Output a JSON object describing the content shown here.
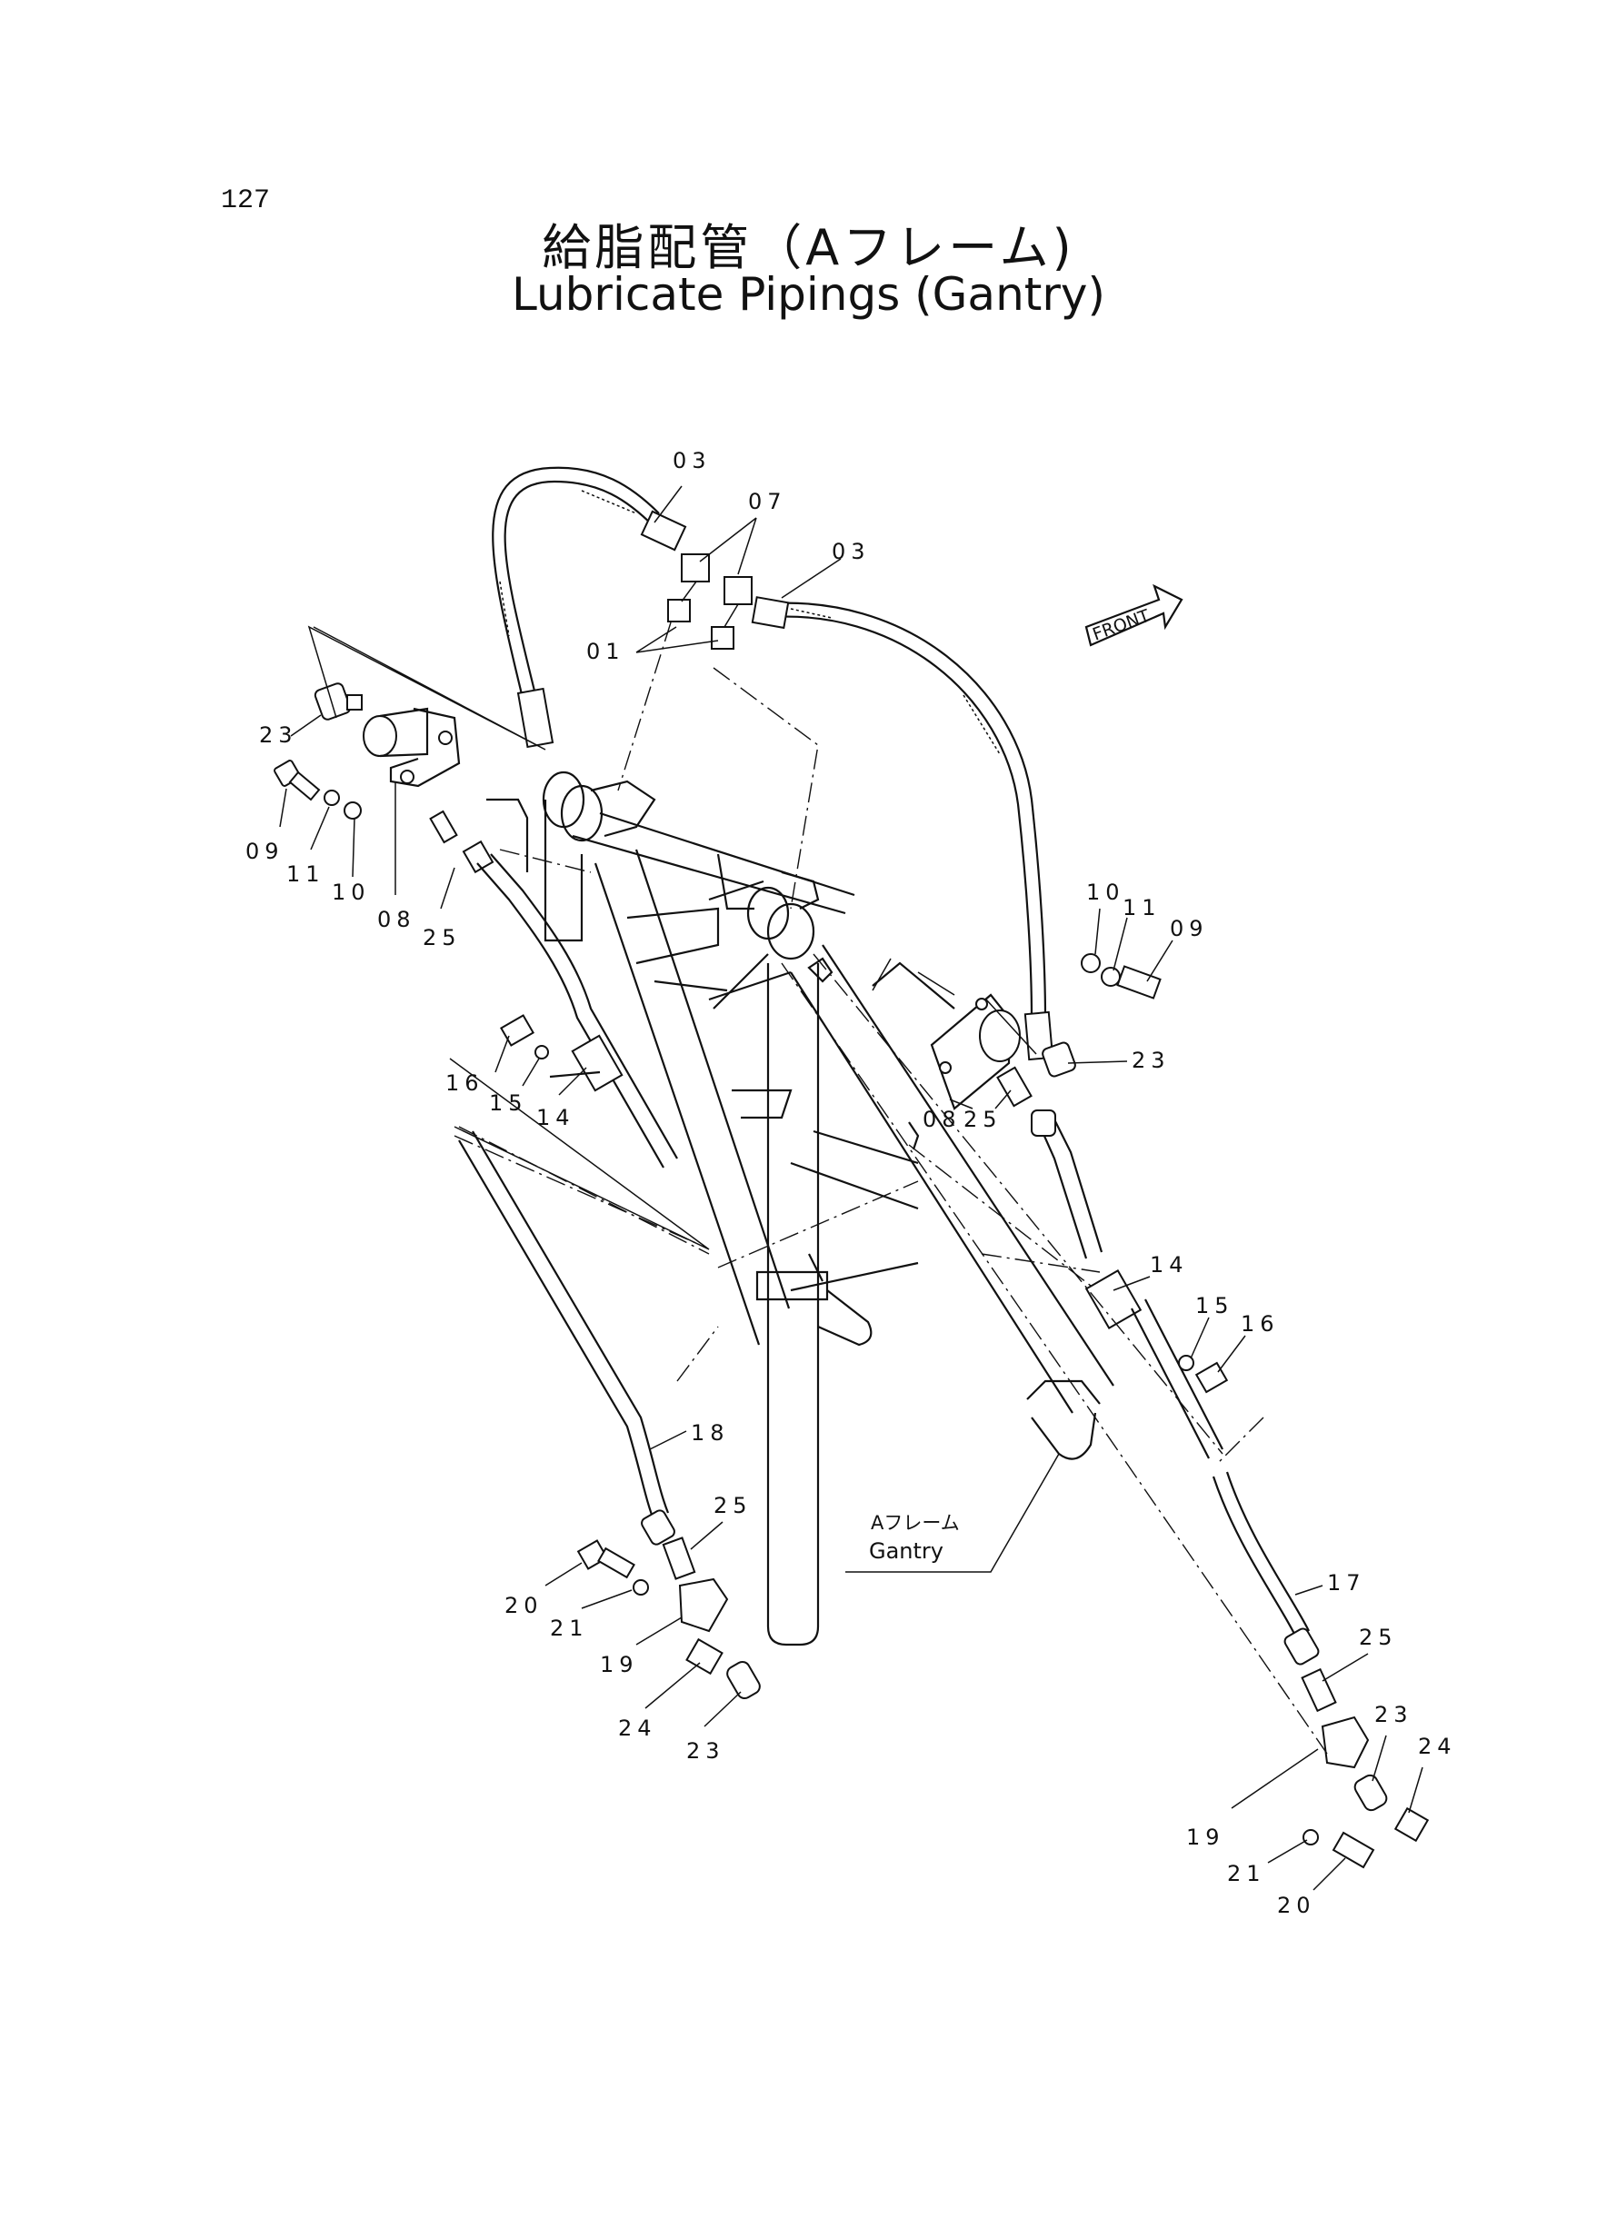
{
  "page_number": "127",
  "title_jp": "給脂配管（Aフレーム)",
  "title_en": "Lubricate Pipings (Gantry)",
  "front_label": "FRONT",
  "gantry_label_jp": "Aフレーム",
  "gantry_label_en": "Gantry",
  "part_labels": [
    "03",
    "07",
    "03",
    "01",
    "23",
    "09",
    "11",
    "10",
    "08",
    "25",
    "10",
    "11",
    "09",
    "23",
    "08",
    "25",
    "16",
    "15",
    "14",
    "14",
    "15",
    "16",
    "18",
    "25",
    "20",
    "21",
    "19",
    "24",
    "23",
    "17",
    "25",
    "23",
    "24",
    "19",
    "21",
    "20"
  ]
}
